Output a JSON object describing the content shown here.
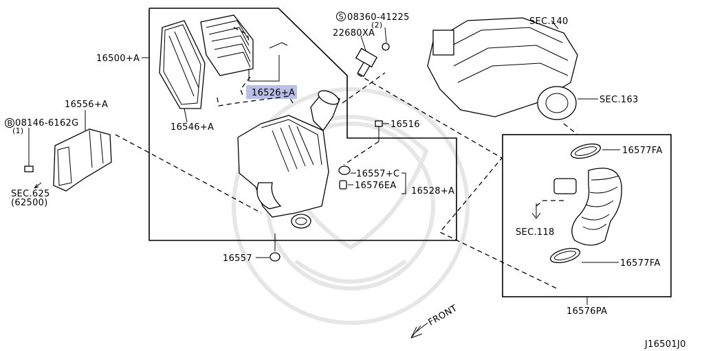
{
  "labels": {
    "air_cleaner_assy": "16500+A",
    "element": "16546+A",
    "cover": "16526+A",
    "bolt_main": "08146-6162G",
    "bolt_main_qty": "(1)",
    "duct": "16556+A",
    "sec_625": "SEC.625",
    "sec_625_ref": "(62500)",
    "screw": "08360-41225",
    "screw_qty": "(2)",
    "sensor": "22680XA",
    "bolt_16516": "16516",
    "grommet_c": "16557+C",
    "collar": "16576EA",
    "body_16528": "16528+A",
    "grommet": "16557",
    "sec_140": "SEC.140",
    "sec_163": "SEC.163",
    "clamp_upper": "16577FA",
    "sec_118": "SEC.118",
    "clamp_lower": "16577FA",
    "hose_assy": "16576PA",
    "front": "FRONT",
    "diagram_id": "J16501J0"
  },
  "highlight_color": "#b9bfe6",
  "icons": {
    "bolt_prefix": "circle-b-icon",
    "screw_prefix": "circle-s-icon"
  }
}
